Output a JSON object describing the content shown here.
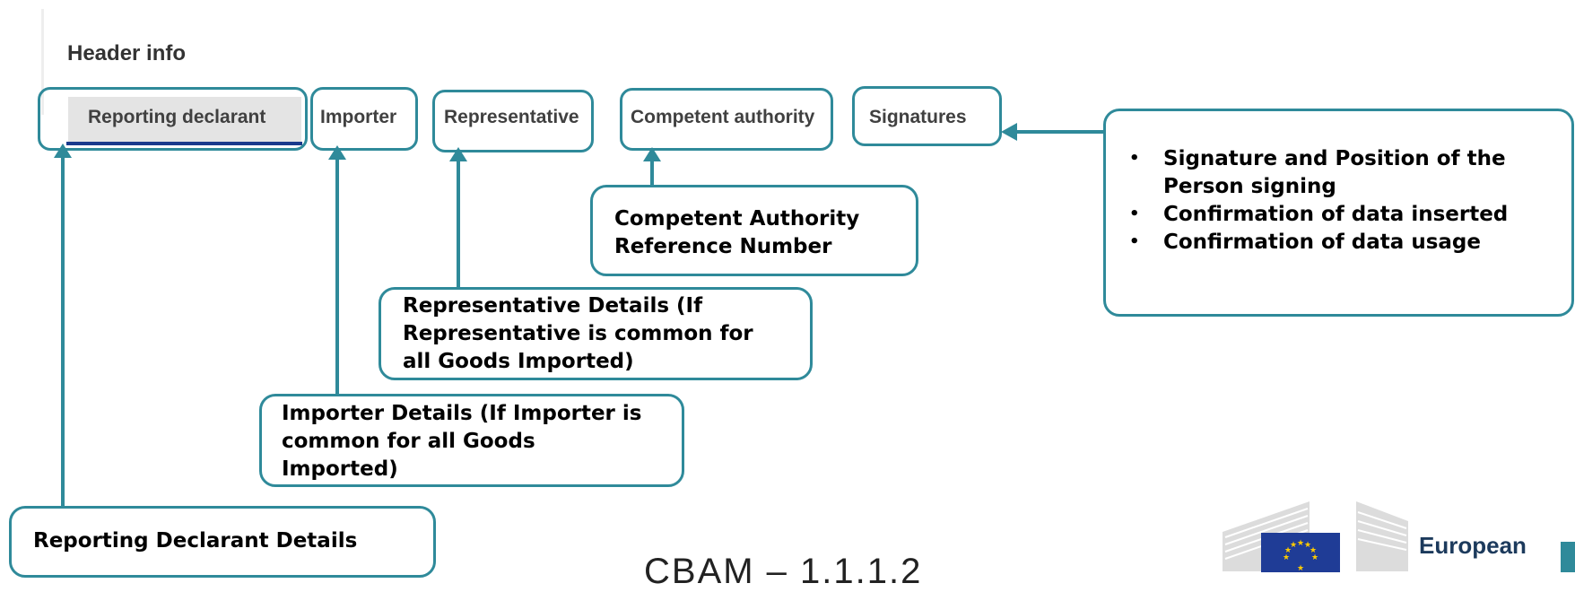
{
  "header": {
    "title": "Header info"
  },
  "tabs": [
    {
      "label": "Reporting declarant",
      "active": true
    },
    {
      "label": "Importer"
    },
    {
      "label": "Representative"
    },
    {
      "label": "Competent authority"
    },
    {
      "label": "Signatures"
    }
  ],
  "annotations": {
    "reporting_declarant": "Reporting Declarant Details",
    "importer": "Importer Details (If Importer is common for all Goods Imported)",
    "representative": "Representative Details (If Representative is common for all Goods Imported)",
    "competent_authority": "Competent Authority Reference Number",
    "signatures": [
      "Signature and Position of the Person signing",
      "Confirmation of data inserted",
      "Confirmation of data usage"
    ]
  },
  "footer": {
    "slide_code": "CBAM – 1.1.1.2"
  },
  "logo": {
    "text": "European",
    "icon": "eu-flag-icon"
  },
  "colors": {
    "accent": "#2f8a9a",
    "active_tab_underline": "#1a3a8c",
    "eu_flag": "#1f3c96",
    "eu_stars": "#ffcc00"
  }
}
